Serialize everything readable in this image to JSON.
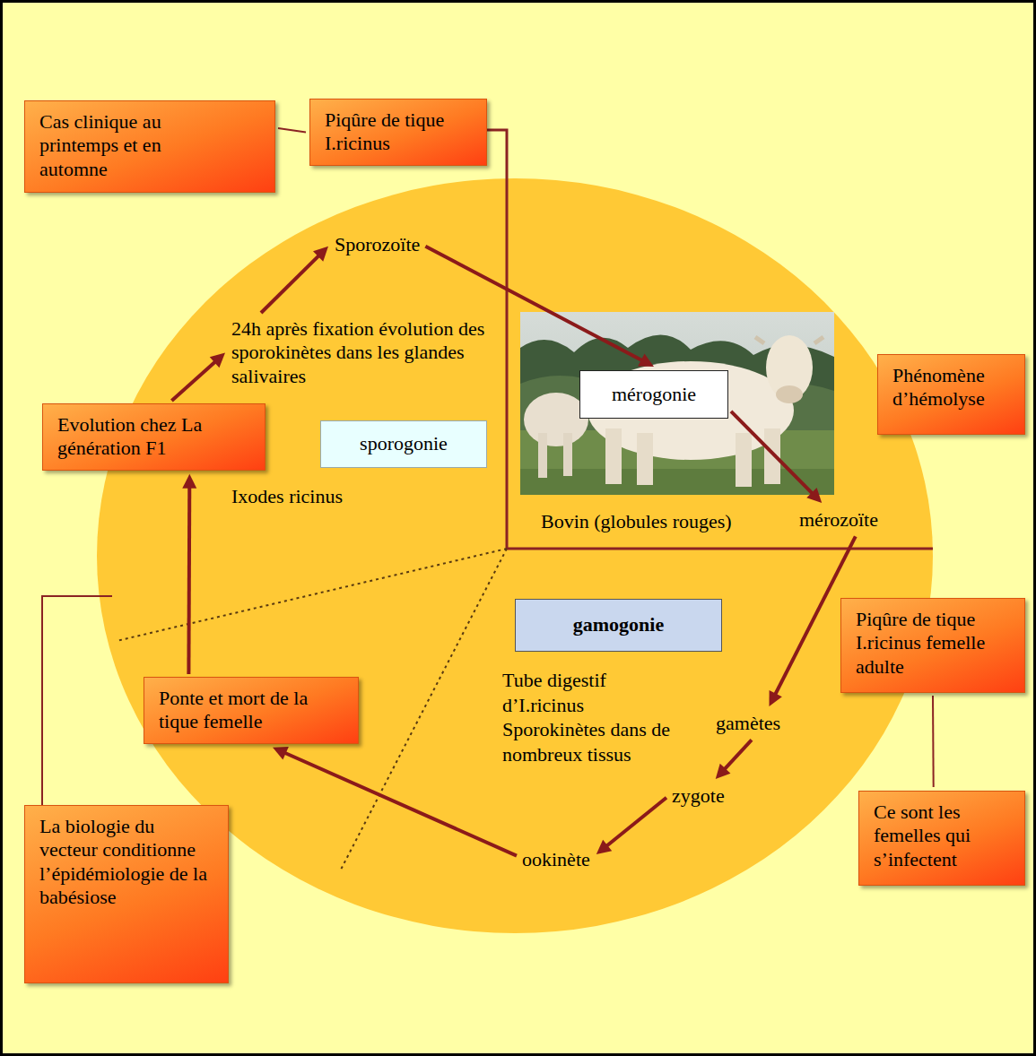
{
  "diagram": {
    "nodes": [
      {
        "text": [
          "Cas clinique au printemps et en automne"
        ]
      },
      {
        "text": [
          "Piqûre de tique I.ricinus"
        ]
      },
      {
        "text": [
          "Sporozoïte"
        ]
      },
      {
        "text": [
          "24h après fixation évolution des sporokinètes dans les glandes salivaires"
        ]
      },
      {
        "text": [
          "mérogonie"
        ]
      },
      {
        "text": [
          "Phénomène d’hémolyse"
        ]
      },
      {
        "text": [
          "Evolution chez La génération F1"
        ]
      },
      {
        "text": [
          "sporogonie"
        ]
      },
      {
        "text": [
          "mérozoïte"
        ]
      },
      {
        "text": [
          "gamogonie"
        ]
      },
      {
        "text": [
          "Piqûre de tique I.ricinus femelle adulte"
        ]
      },
      {
        "text": [
          "Ponte et mort de la tique femelle"
        ]
      },
      {
        "text": [
          "gamètes"
        ]
      },
      {
        "text": [
          "zygote"
        ]
      },
      {
        "text": [
          "Ce sont les femelles qui s’infectent"
        ]
      },
      {
        "text": [
          "La biologie du vecteur conditionne l’épidémiologie de la babésiose"
        ]
      },
      {
        "text": [
          "ookinète"
        ]
      }
    ],
    "edges": [
      {
        "from": 0,
        "to": 1,
        "arrow": "none"
      },
      {
        "from": 2,
        "to": 4,
        "arrow": "to"
      },
      {
        "from": 4,
        "to": 8,
        "arrow": "to"
      },
      {
        "from": 8,
        "to": 12,
        "arrow": "to"
      },
      {
        "from": 12,
        "to": 13,
        "arrow": "to"
      },
      {
        "from": 13,
        "to": 16,
        "arrow": "to"
      },
      {
        "from": 16,
        "to": 11,
        "arrow": "to"
      },
      {
        "from": 11,
        "to": 6,
        "arrow": "to"
      },
      {
        "from": 6,
        "to": 3,
        "arrow": "to"
      },
      {
        "from": 3,
        "to": 2,
        "arrow": "to"
      },
      {
        "from": 10,
        "to": 14,
        "arrow": "none"
      }
    ],
    "labels": [
      "Ixodes ricinus",
      "Bovin (globules rouges)",
      "Tube digestif d’I.ricinus Sporokinètes dans de nombreux tissus"
    ]
  }
}
